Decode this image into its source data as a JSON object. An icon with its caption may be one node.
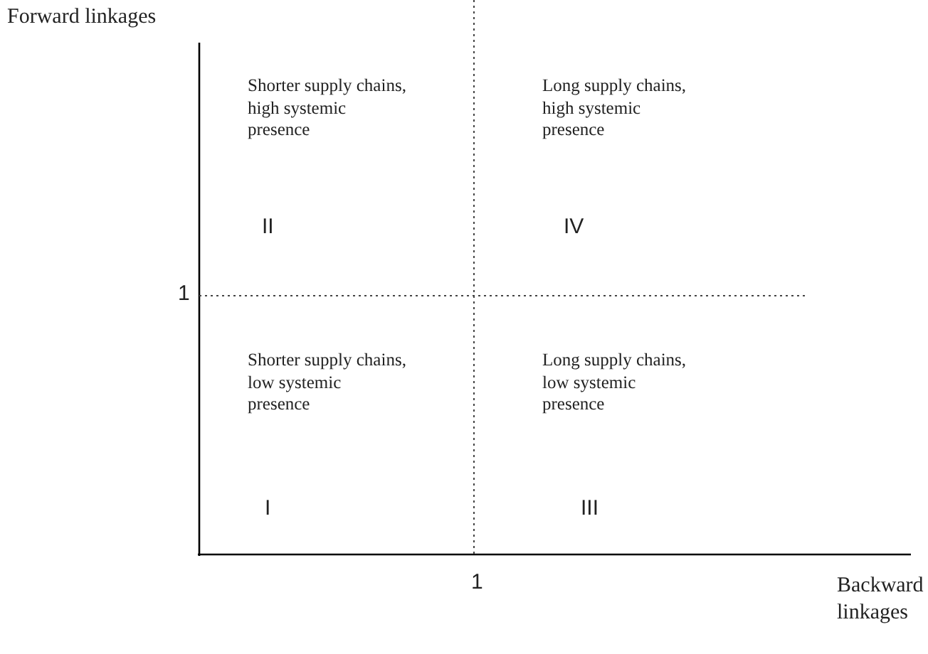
{
  "diagram": {
    "labels": [
      "Forward linkages",
      "Shorter supply chains, high systemic presence",
      "Long supply chains, high systemic presence",
      "II",
      "IV",
      "1",
      "Shorter supply chains, low systemic presence",
      "Long supply chains, low systemic presence",
      "I",
      "III",
      "1",
      "Backward linkages"
    ]
  }
}
